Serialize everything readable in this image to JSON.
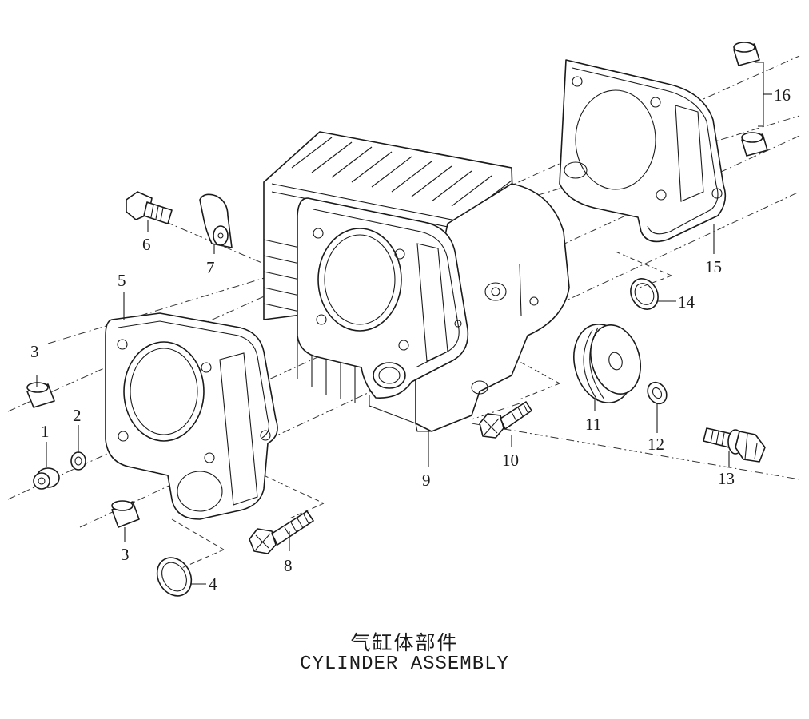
{
  "diagram": {
    "title_cn": "气缸体部件",
    "title_en": "CYLINDER ASSEMBLY",
    "callouts": [
      "1",
      "2",
      "3",
      "3",
      "4",
      "5",
      "6",
      "7",
      "8",
      "9",
      "10",
      "11",
      "12",
      "13",
      "14",
      "15",
      "16"
    ]
  }
}
